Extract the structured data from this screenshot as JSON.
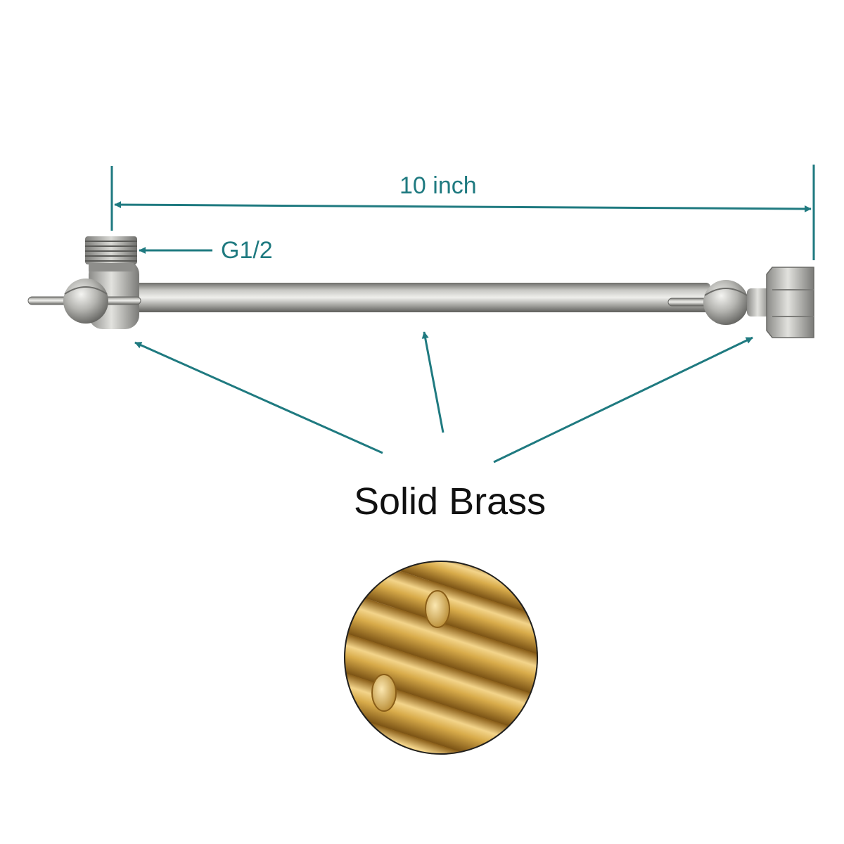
{
  "dimension": {
    "length_label": "10 inch",
    "thread_label": "G1/2"
  },
  "material": {
    "title": "Solid Brass"
  },
  "colors": {
    "annotation": "#1f7a80",
    "title_text": "#111111",
    "metal": "#a7a7a3",
    "brass": "#d4a94a",
    "background": "#ffffff"
  }
}
